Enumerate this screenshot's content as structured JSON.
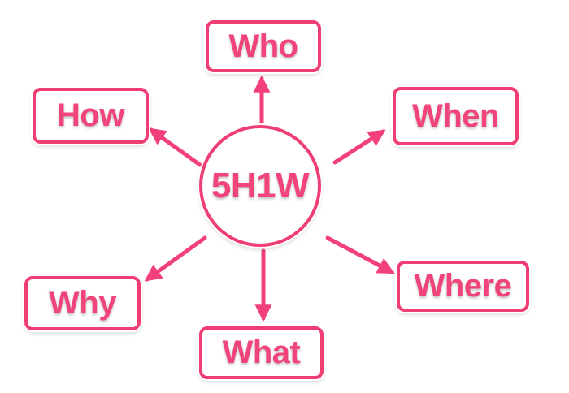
{
  "diagram": {
    "center": {
      "label": "5H1W"
    },
    "nodes": [
      {
        "id": "who",
        "label": "Who"
      },
      {
        "id": "when",
        "label": "When"
      },
      {
        "id": "how",
        "label": "How"
      },
      {
        "id": "why",
        "label": "Why"
      },
      {
        "id": "what",
        "label": "What"
      },
      {
        "id": "where",
        "label": "Where"
      }
    ],
    "colors": {
      "accent": "#ef3e74",
      "text": "#f0447a",
      "background": "#ffffff"
    }
  }
}
